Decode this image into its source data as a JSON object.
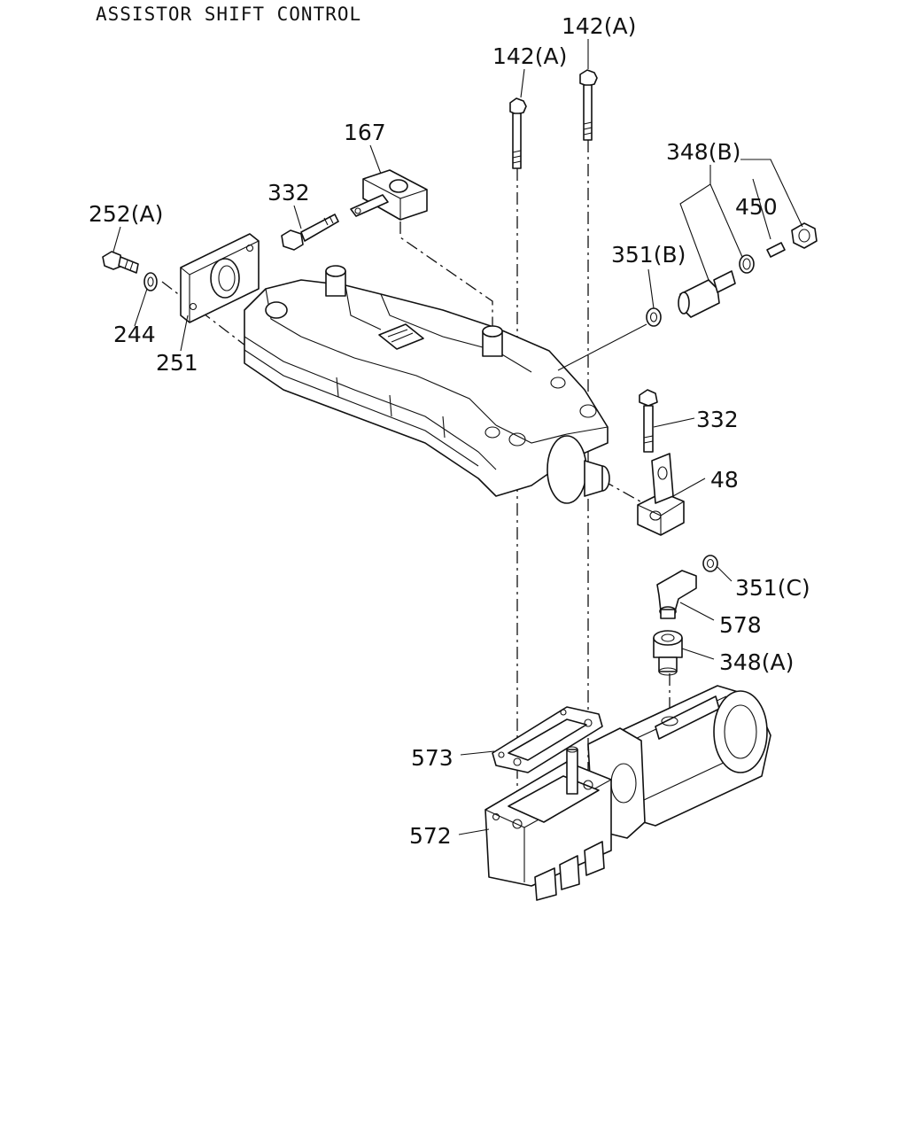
{
  "title": "ASSISTOR SHIFT CONTROL",
  "callouts": [
    {
      "id": "c-142a-right",
      "text": "142(A)"
    },
    {
      "id": "c-142a-left",
      "text": "142(A)"
    },
    {
      "id": "c-167",
      "text": "167"
    },
    {
      "id": "c-332-top",
      "text": "332"
    },
    {
      "id": "c-348b",
      "text": "348(B)"
    },
    {
      "id": "c-450",
      "text": "450"
    },
    {
      "id": "c-252a",
      "text": "252(A)"
    },
    {
      "id": "c-351b",
      "text": "351(B)"
    },
    {
      "id": "c-244",
      "text": "244"
    },
    {
      "id": "c-251",
      "text": "251"
    },
    {
      "id": "c-332-right",
      "text": "332"
    },
    {
      "id": "c-48",
      "text": "48"
    },
    {
      "id": "c-351c",
      "text": "351(C)"
    },
    {
      "id": "c-578",
      "text": "578"
    },
    {
      "id": "c-348a",
      "text": "348(A)"
    },
    {
      "id": "c-573",
      "text": "573"
    },
    {
      "id": "c-572",
      "text": "572"
    }
  ]
}
